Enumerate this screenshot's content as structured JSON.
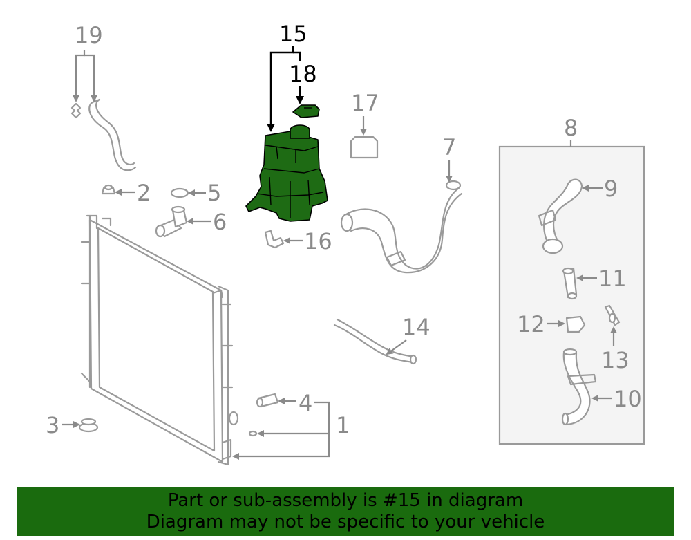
{
  "banner": {
    "line1": "Part or sub-assembly is #15 in diagram",
    "line2": "Diagram may not be specific to your vehicle"
  },
  "callouts": {
    "c1": "1",
    "c2": "2",
    "c3": "3",
    "c4": "4",
    "c5": "5",
    "c6": "6",
    "c7": "7",
    "c8": "8",
    "c9": "9",
    "c10": "10",
    "c11": "11",
    "c12": "12",
    "c13": "13",
    "c14": "14",
    "c15": "15",
    "c16": "16",
    "c17": "17",
    "c18": "18",
    "c19": "19"
  },
  "highlighted_part": "15",
  "colors": {
    "highlight": "#1e6b14",
    "banner": "#1a6b0e",
    "callout": "#8a8a8a",
    "highlight_callout": "#000000"
  }
}
